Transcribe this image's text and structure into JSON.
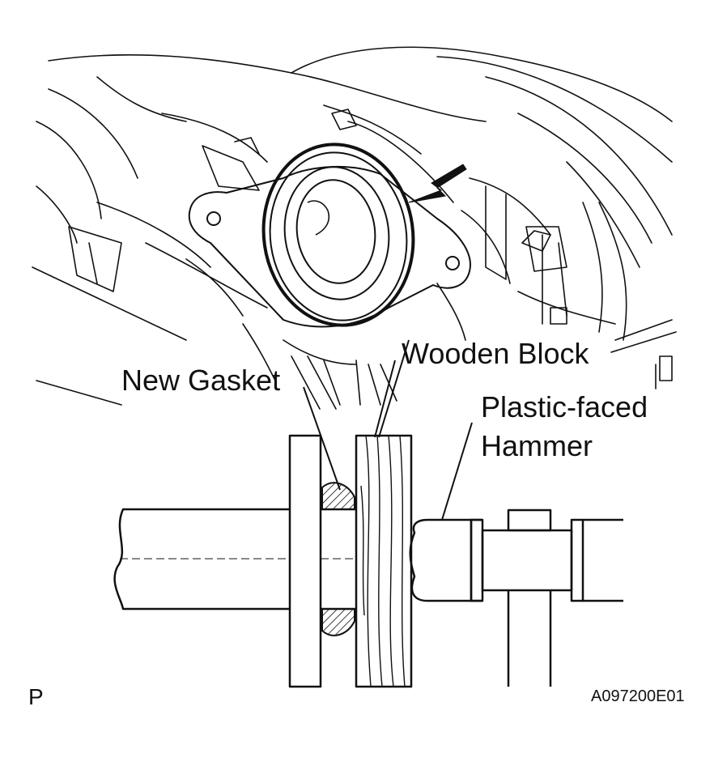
{
  "labels": {
    "wooden_block": "Wooden Block",
    "new_gasket": "New Gasket",
    "hammer_line1": "Plastic-faced",
    "hammer_line2": "Hammer",
    "corner_mark": "P",
    "figure_code": "A097200E01"
  },
  "colors": {
    "line": "#111111",
    "background": "#ffffff"
  }
}
